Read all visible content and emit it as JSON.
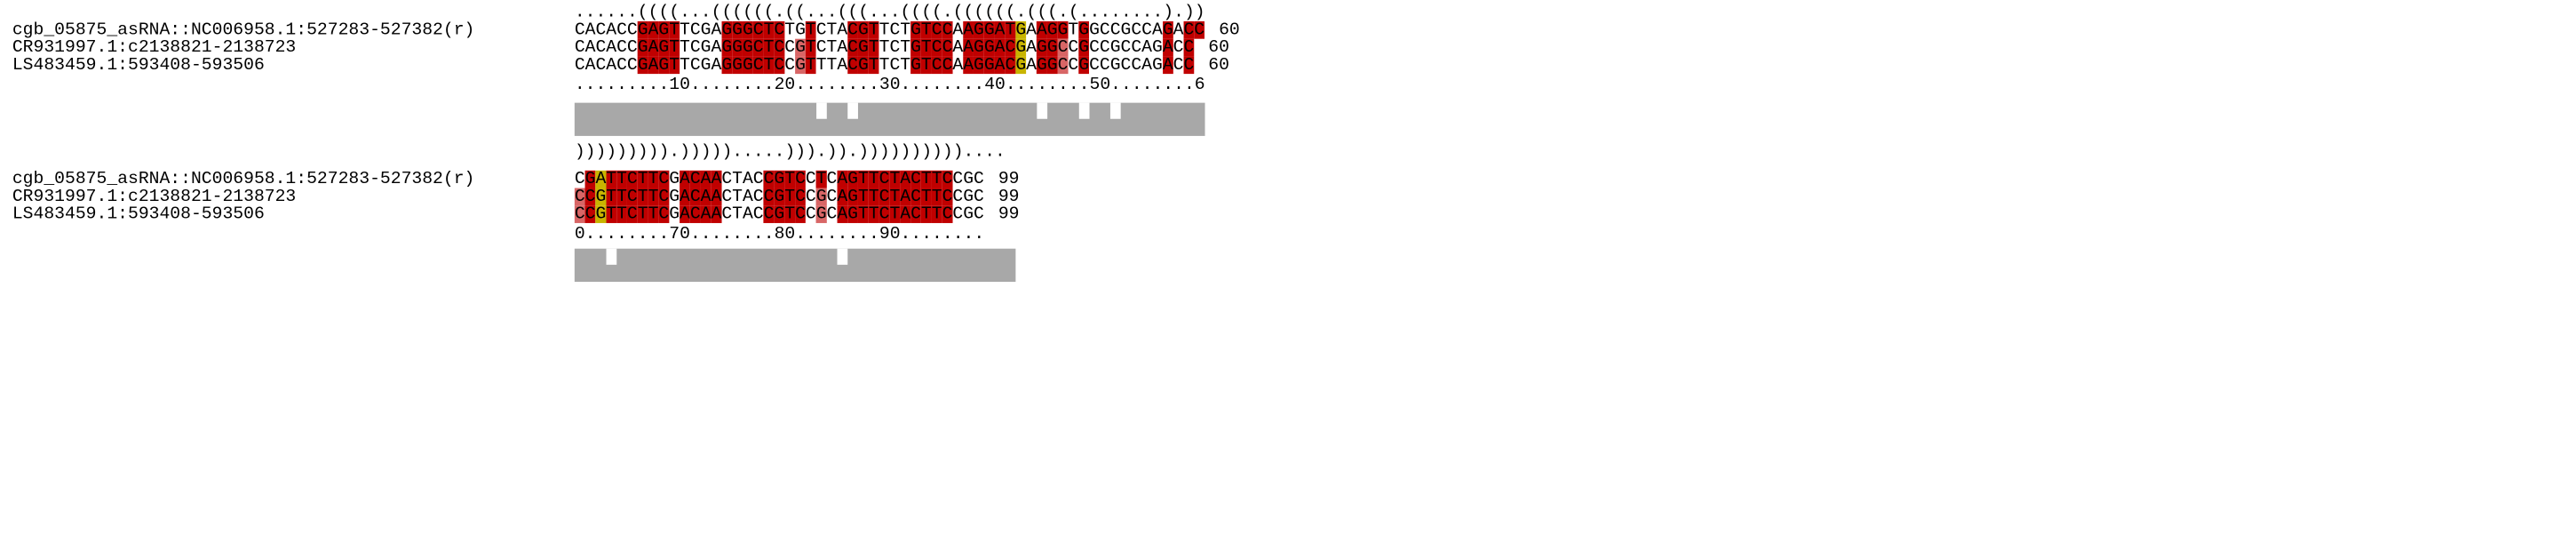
{
  "blocks": [
    {
      "structure": "......((((...((((((.((...(((...((((.((((((.(((.(........).))",
      "ruler": ".........10........20........30........40........50........6",
      "rows": [
        {
          "name": "cgb_05875_asRNA::NC006958.1:527283-527382(r)",
          "seq": "CACACCGAGTTCGAGGGCTCTGTCTACGTTCTGTCCAAGGATGAAGGTGGCCGCCAGACC",
          "colors": "000000111100001111110010001110001111011111301110100000001011",
          "end": "60"
        },
        {
          "name": "CR931997.1:c2138821-2138723",
          "seq": "CACACCGAGTTCGAGGGCTCCGTCTACGTTCTGTCCAAGGACGAGGCCGCCGCCAGACC",
          "colors": "000000111100001111110210001110001111011111301120100000001011",
          "end": "60"
        },
        {
          "name": "LS483459.1:593408-593506",
          "seq": "CACACCGAGTTCGAGGGCTCCGTTTACGTTCTGTCCAAGGACGAGGCCGCCGCCAGACC",
          "colors": "000000111100001111110210001110001111011111301120100000001011",
          "end": "60"
        }
      ],
      "conservation": "111111111111111111111110110111111111111111110111011011111111"
    },
    {
      "structure": "))))))))).))))).....))).)).))))))))))....",
      "ruler": "0........70........80........90........",
      "rows": [
        {
          "name": "cgb_05875_asRNA::NC006958.1:527283-527382(r)",
          "seq": "CGATTCTTCGACAACTACCGTCCTCAGTTCTACTTCCGC",
          "colors": "013111111011110000111101011111111111000000",
          "end": "99"
        },
        {
          "name": "CR931997.1:c2138821-2138723",
          "seq": "CCGTTCTTCGACAACTACCGTCCGCAGTTCTACTTCCGC",
          "colors": "213111111011110000111102011111111111000000",
          "end": "99"
        },
        {
          "name": "LS483459.1:593408-593506",
          "seq": "CCGTTCTTCGACAACTACCGTCCGCAGTTCTACTTCCGC",
          "colors": "213111111011110000111102011111111111000000",
          "end": "99"
        }
      ],
      "conservation": "111011111111111111111111101111111111111111"
    }
  ],
  "colors": {
    "c1": "#c00000",
    "c2": "#d86666",
    "c3": "#c8b400",
    "bar": "#a8a8a8"
  }
}
